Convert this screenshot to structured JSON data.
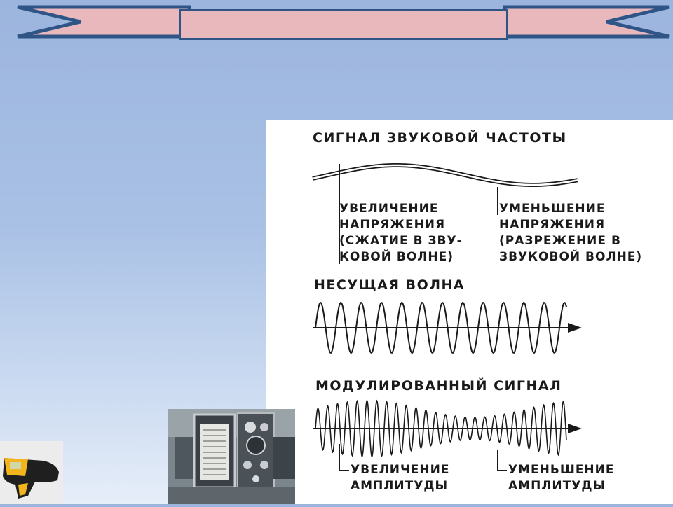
{
  "slide": {
    "title": ""
  },
  "diagram": {
    "sound_signal": {
      "heading": "СИГНАЛ ЗВУКОВОЙ ЧАСТОТЫ",
      "increase_note": "УВЕЛИЧЕНИЕ\nНАПРЯЖЕНИЯ\n(СЖАТИЕ В ЗВУ-\nКОВОЙ ВОЛНЕ)",
      "decrease_note": "УМЕНЬШЕНИЕ\nНАПРЯЖЕНИЯ\n(РАЗРЕЖЕНИЕ В\nЗВУКОВОЙ ВОЛНЕ)"
    },
    "carrier_wave": {
      "heading": "НЕСУЩАЯ ВОЛНА"
    },
    "modulated_signal": {
      "heading": "МОДУЛИРОВАННЫЙ СИГНАЛ",
      "increase_note": "УВЕЛИЧЕНИЕ\nАМПЛИТУДЫ",
      "decrease_note": "УМЕНЬШЕНИЕ\nАМПЛИТУДЫ"
    }
  },
  "images": {
    "left_photo": "infrared-thermometer",
    "middle_photo": "field-oscilloscope"
  },
  "colors": {
    "background_top": "#9cb5de",
    "background_bottom": "#e6eef9",
    "ribbon_fill": "#e8b8bc",
    "ribbon_border": "#2f5587",
    "diagram_background": "#ffffff",
    "ink": "#1a1a1a"
  }
}
